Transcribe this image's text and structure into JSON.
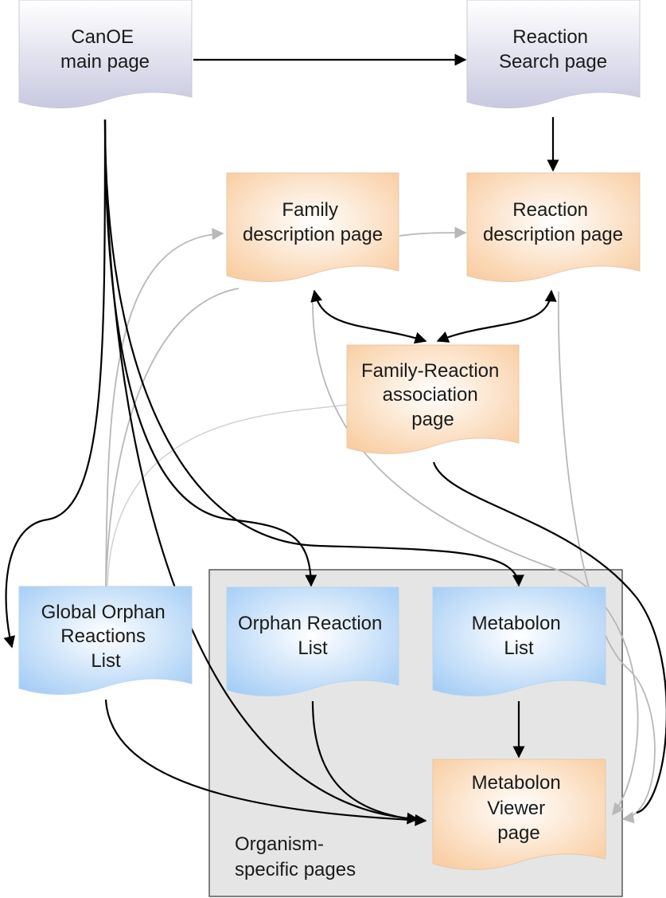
{
  "nodes": {
    "canoe_main": {
      "lines": [
        "CanOE",
        "main page"
      ]
    },
    "reaction_search": {
      "lines": [
        "Reaction",
        "Search page"
      ]
    },
    "family_desc": {
      "lines": [
        "Family",
        "description page"
      ]
    },
    "reaction_desc": {
      "lines": [
        "Reaction",
        "description page"
      ]
    },
    "family_reaction": {
      "lines": [
        "Family-Reaction",
        "association",
        "page"
      ]
    },
    "global_orphan": {
      "lines": [
        "Global Orphan",
        "Reactions",
        "List"
      ]
    },
    "orphan_reaction": {
      "lines": [
        "Orphan Reaction",
        "List"
      ]
    },
    "metabolon_list": {
      "lines": [
        "Metabolon",
        "List"
      ]
    },
    "metabolon_viewer": {
      "lines": [
        "Metabolon",
        "Viewer",
        "page"
      ]
    }
  },
  "group": {
    "lines": [
      "Organism-",
      "specific pages"
    ]
  },
  "colors": {
    "purple_top": "#ffffff",
    "purple_bottom": "#c8c8e0",
    "orange_top": "#ffffff",
    "orange_bottom": "#f8c898",
    "blue_top": "#ffffff",
    "blue_bottom": "#9cc8f4",
    "group_fill": "#e5e5e5",
    "group_stroke": "#333333"
  }
}
